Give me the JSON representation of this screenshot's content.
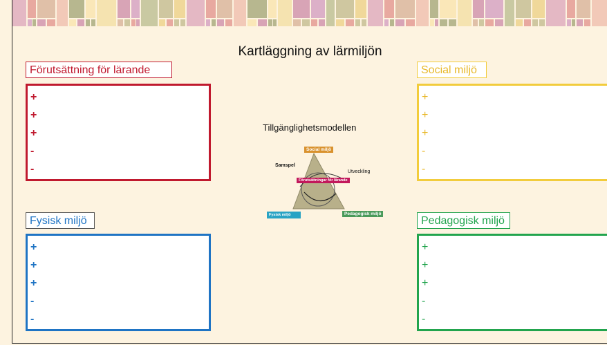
{
  "slide": {
    "title": "Kartläggning av lärmiljön",
    "model_title": "Tillgänglighetsmodellen"
  },
  "colors": {
    "background": "#fdf3e0",
    "red": "#c0192e",
    "yellow": "#f2cc3c",
    "blue": "#1f74c4",
    "green": "#22a44d"
  },
  "panels": [
    {
      "id": "forutsattning",
      "label": "Förutsättning för lärande",
      "color": "#c0192e",
      "rows": [
        "+",
        "+",
        "+",
        "-",
        "-"
      ]
    },
    {
      "id": "social",
      "label": "Social miljö",
      "color": "#f2c840",
      "rows": [
        "+",
        "+",
        "+",
        "-",
        "-"
      ]
    },
    {
      "id": "fysisk",
      "label": "Fysisk miljö",
      "color": "#1f74c4",
      "rows": [
        "+",
        "+",
        "+",
        "-",
        "-"
      ]
    },
    {
      "id": "pedagogisk",
      "label": "Pedagogisk miljö",
      "color": "#22a44d",
      "rows": [
        "+",
        "+",
        "+",
        "-",
        "-"
      ]
    }
  ],
  "diagram": {
    "social_tag": "Social miljö",
    "samspel": "Samspel",
    "utveckling": "Utveckling",
    "forutsattningar_tag": "Förutsättningar för lärande",
    "fysisk_tag": "Fysisk miljö",
    "pedagogisk_tag": "Pedagogisk miljö",
    "social_color": "#d9922e",
    "forutsattningar_color": "#c2185b",
    "fysisk_color": "#29a3c4",
    "pedagogisk_color": "#4a9a5a"
  }
}
